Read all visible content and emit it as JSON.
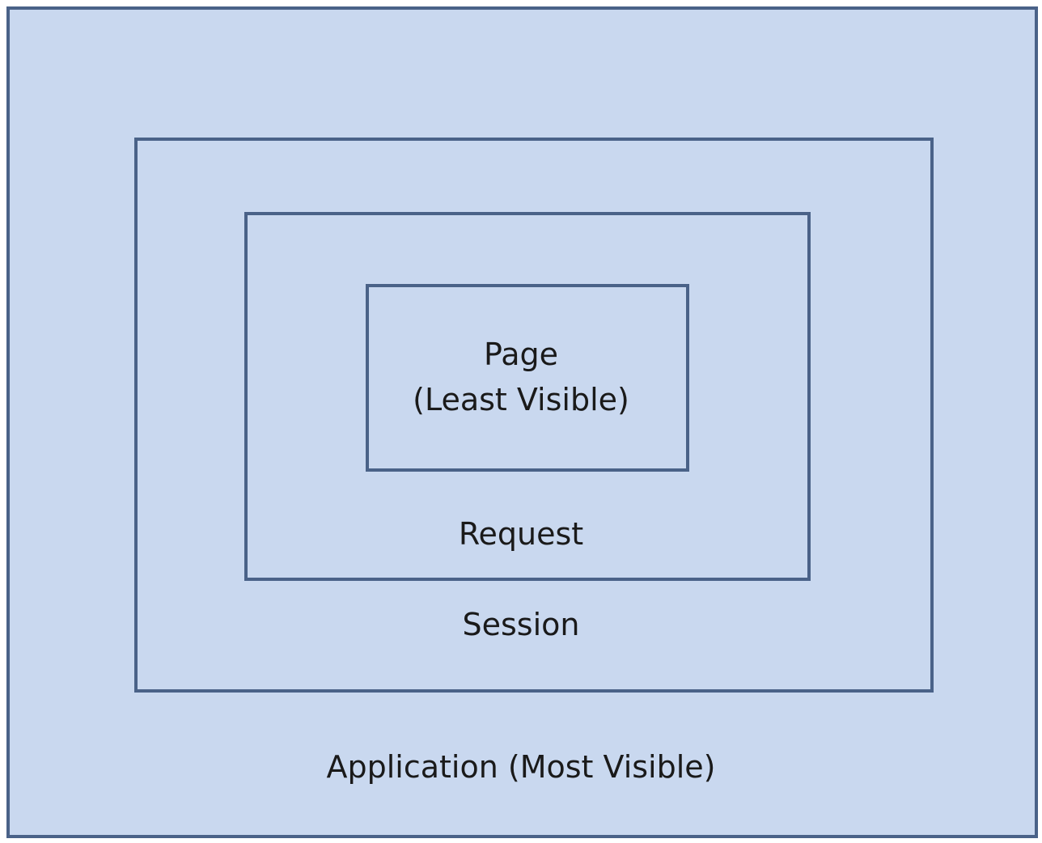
{
  "diagram": {
    "application": {
      "label": "Application (Most Visible)"
    },
    "session": {
      "label": "Session"
    },
    "request": {
      "label": "Request"
    },
    "page": {
      "label": "Page",
      "sublabel": "(Least Visible)"
    }
  },
  "colors": {
    "fill": "#c9d8ef",
    "border": "#4a6288",
    "text": "#1a1a1a"
  }
}
